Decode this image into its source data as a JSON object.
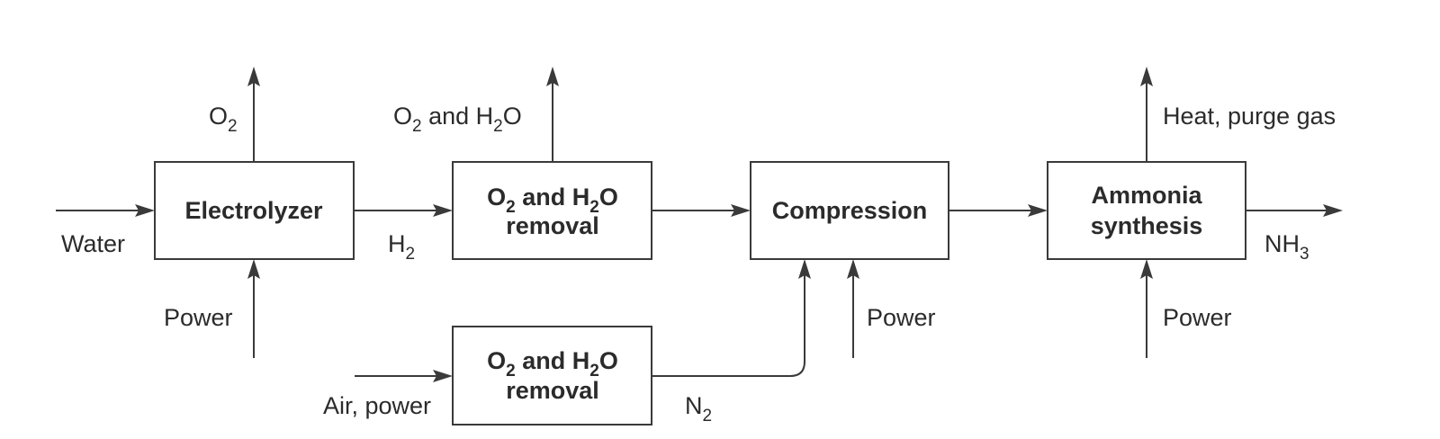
{
  "blocks": {
    "electrolyzer": "Electrolyzer",
    "purification_h2": {
      "line1_a": "O",
      "line1_sub1": "2",
      "line1_b": " and H",
      "line1_sub2": "2",
      "line1_c": "O",
      "line2": "removal"
    },
    "compression": "Compression",
    "ammonia_synthesis": {
      "line1": "Ammonia",
      "line2": "synthesis"
    },
    "purification_air": {
      "line1_a": "O",
      "line1_sub1": "2",
      "line1_b": " and H",
      "line1_sub2": "2",
      "line1_c": "O",
      "line2": "removal"
    }
  },
  "flows": {
    "water_in": "Water",
    "o2_out": {
      "a": "O",
      "sub": "2"
    },
    "power_electrolyzer": "Power",
    "h2": {
      "a": "H",
      "sub": "2"
    },
    "o2_h2o_out": {
      "a": "O",
      "sub1": "2",
      "b": " and H",
      "sub2": "2",
      "c": "O"
    },
    "air_power_in": "Air, power",
    "n2": {
      "a": "N",
      "sub": "2"
    },
    "power_compression": "Power",
    "heat_purge_out": "Heat, purge gas",
    "power_synthesis": "Power",
    "nh3_out": {
      "a": "NH",
      "sub": "3"
    }
  }
}
